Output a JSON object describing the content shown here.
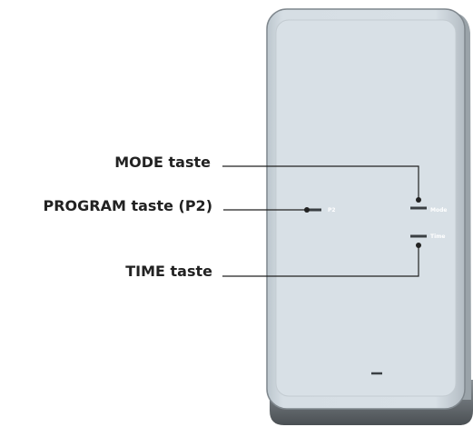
{
  "callouts": {
    "mode": "MODE taste",
    "program": "PROGRAM taste (P2)",
    "time": "TIME taste"
  },
  "device_labels": {
    "p2": "P2",
    "mode": "Mode",
    "time": "Time"
  },
  "colors": {
    "device_body": "#d5dde3",
    "device_edge": "#8e969c",
    "device_base": "#5d6368",
    "leader_line": "#222222"
  }
}
